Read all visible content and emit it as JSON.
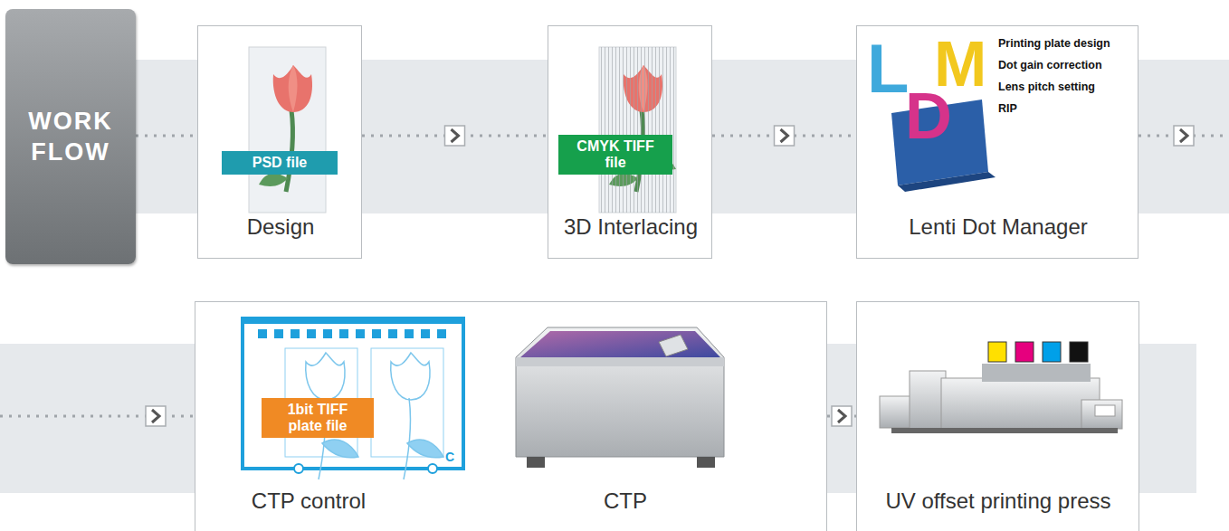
{
  "diagram": {
    "nodes": [
      {
        "text": [
          "WORK FLOW"
        ]
      },
      {
        "text": [
          "Design"
        ]
      },
      {
        "text": [
          "PSD file"
        ],
        "in": 1
      },
      {
        "text": [
          "3D Interlacing"
        ]
      },
      {
        "text": [
          "CMYK TIFF file"
        ],
        "in": 3
      },
      {
        "text": [
          "Lenti Dot Manager",
          "Printing plate design",
          "Dot gain correction",
          "Lens pitch setting",
          "RIP"
        ]
      },
      {
        "text": [
          "CTP control",
          "CTP"
        ]
      },
      {
        "text": [
          "1bit TIFF plate file"
        ],
        "in": 6
      },
      {
        "text": [
          "UV offset printing press"
        ]
      }
    ],
    "edges": [
      {
        "from": 0,
        "to": 1,
        "arrow": "none"
      },
      {
        "from": 1,
        "to": 3,
        "arrow": "to"
      },
      {
        "from": 3,
        "to": 5,
        "arrow": "to"
      },
      {
        "from": 5,
        "to": 6,
        "arrow": "to"
      },
      {
        "from": 6,
        "to": 8,
        "arrow": "to"
      }
    ],
    "labels": [
      "L",
      "D",
      "M",
      "C"
    ]
  }
}
